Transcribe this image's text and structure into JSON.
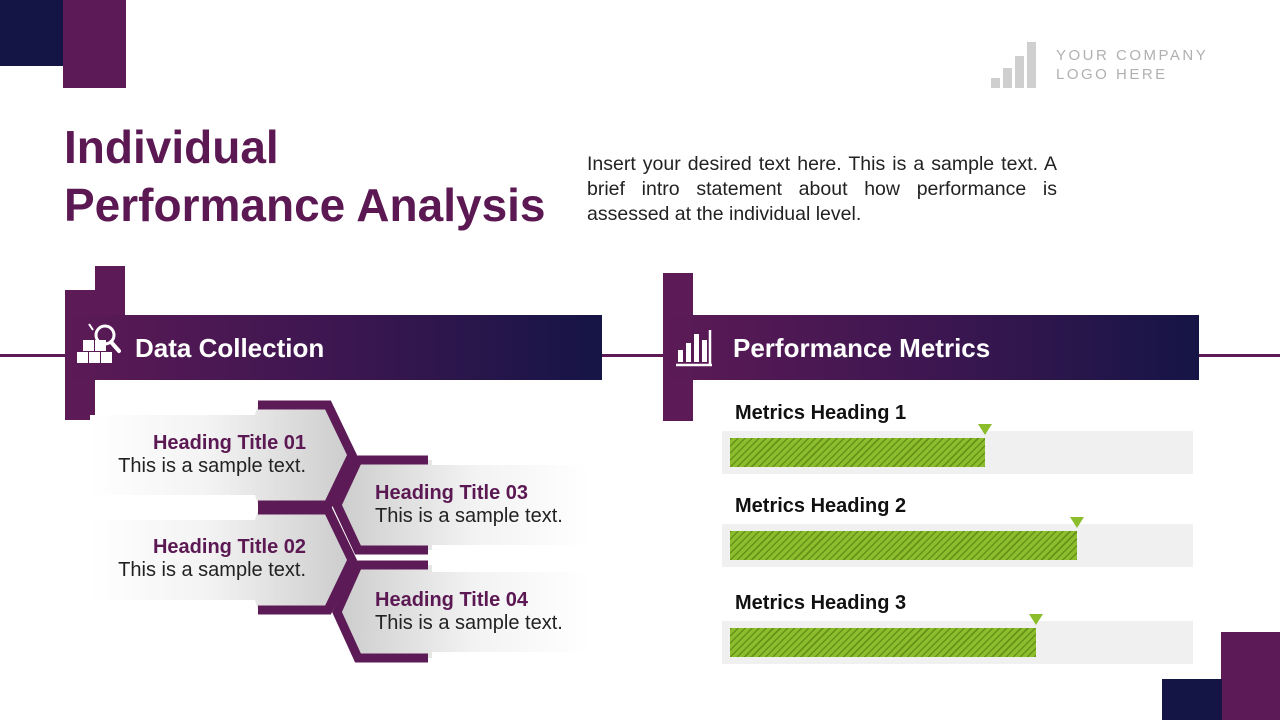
{
  "colors": {
    "purple": "#5c1a56",
    "navy": "#151545",
    "bar_green": "#8cbd2c",
    "track_gray": "#f0f0f0"
  },
  "logo": {
    "line1": "YOUR COMPANY",
    "line2": "LOGO HERE",
    "icon": "bar-chart-logo-icon"
  },
  "title": {
    "line1": "Individual",
    "line2": "Performance Analysis"
  },
  "intro": "Insert your desired text here. This is a sample text. A brief intro statement about how performance is assessed at the individual level.",
  "data_collection": {
    "title": "Data Collection",
    "icon": "boxes-magnifier-icon",
    "items": [
      {
        "heading": "Heading Title 01",
        "text": "This is a sample text."
      },
      {
        "heading": "Heading Title 02",
        "text": "This is a sample text."
      },
      {
        "heading": "Heading Title 03",
        "text": "This is a sample text."
      },
      {
        "heading": "Heading Title 04",
        "text": "This is a sample text."
      }
    ]
  },
  "performance_metrics": {
    "title": "Performance Metrics",
    "icon": "bar-chart-icon",
    "metrics": [
      {
        "heading": "Metrics Heading 1",
        "fraction": 0.55
      },
      {
        "heading": "Metrics Heading 2",
        "fraction": 0.75
      },
      {
        "heading": "Metrics Heading 3",
        "fraction": 0.66
      }
    ]
  }
}
